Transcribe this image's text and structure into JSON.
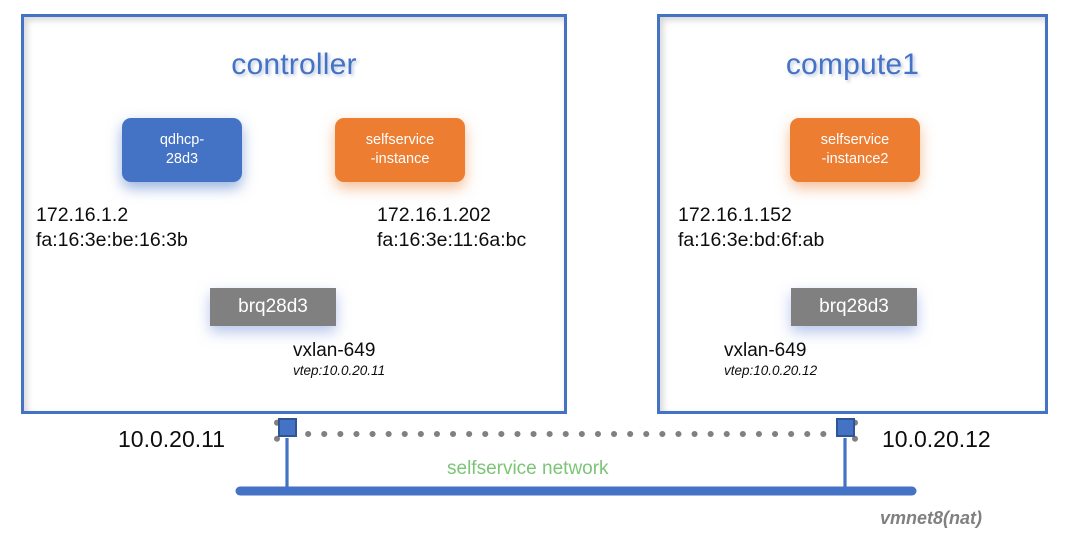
{
  "diagram": {
    "title_hidden": "",
    "hosts": [
      {
        "id": "controller",
        "title": "controller",
        "nodes": [
          {
            "name": "qdhcp-28d3",
            "line1": "qdhcp-",
            "line2": "28d3",
            "color": "#4472C4",
            "kind": "dhcp-namespace"
          },
          {
            "name": "selfservice-instance",
            "line1": "selfservice",
            "line2": "-instance",
            "color": "#ED7D31",
            "kind": "instance"
          }
        ],
        "addresses": [
          {
            "ip": "172.16.1.2",
            "mac": "fa:16:3e:be:16:3b"
          },
          {
            "ip": "172.16.1.202",
            "mac": "fa:16:3e:11:6a:bc"
          }
        ],
        "bridge": "brq28d3",
        "vxlan": {
          "name": "vxlan-649",
          "vtep": "vtep:10.0.20.11"
        },
        "host_ip": "10.0.20.11"
      },
      {
        "id": "compute1",
        "title": "compute1",
        "nodes": [
          {
            "name": "selfservice-instance2",
            "line1": "selfservice",
            "line2": "-instance2",
            "color": "#ED7D31",
            "kind": "instance"
          }
        ],
        "addresses": [
          {
            "ip": "172.16.1.152",
            "mac": "fa:16:3e:bd:6f:ab"
          }
        ],
        "bridge": "brq28d3",
        "vxlan": {
          "name": "vxlan-649",
          "vtep": "vtep:10.0.20.12"
        },
        "host_ip": "10.0.20.12"
      }
    ],
    "network_label": "selfservice network",
    "physical_network_label": "vmnet8(nat)",
    "colors": {
      "host_border": "#4472C4",
      "node_blue": "#4472C4",
      "node_orange": "#ED7D31",
      "bridge_grey": "#808080",
      "tunnel_dotted": "#808080",
      "network_green": "#7CC576",
      "nat_grey": "#808080"
    }
  }
}
